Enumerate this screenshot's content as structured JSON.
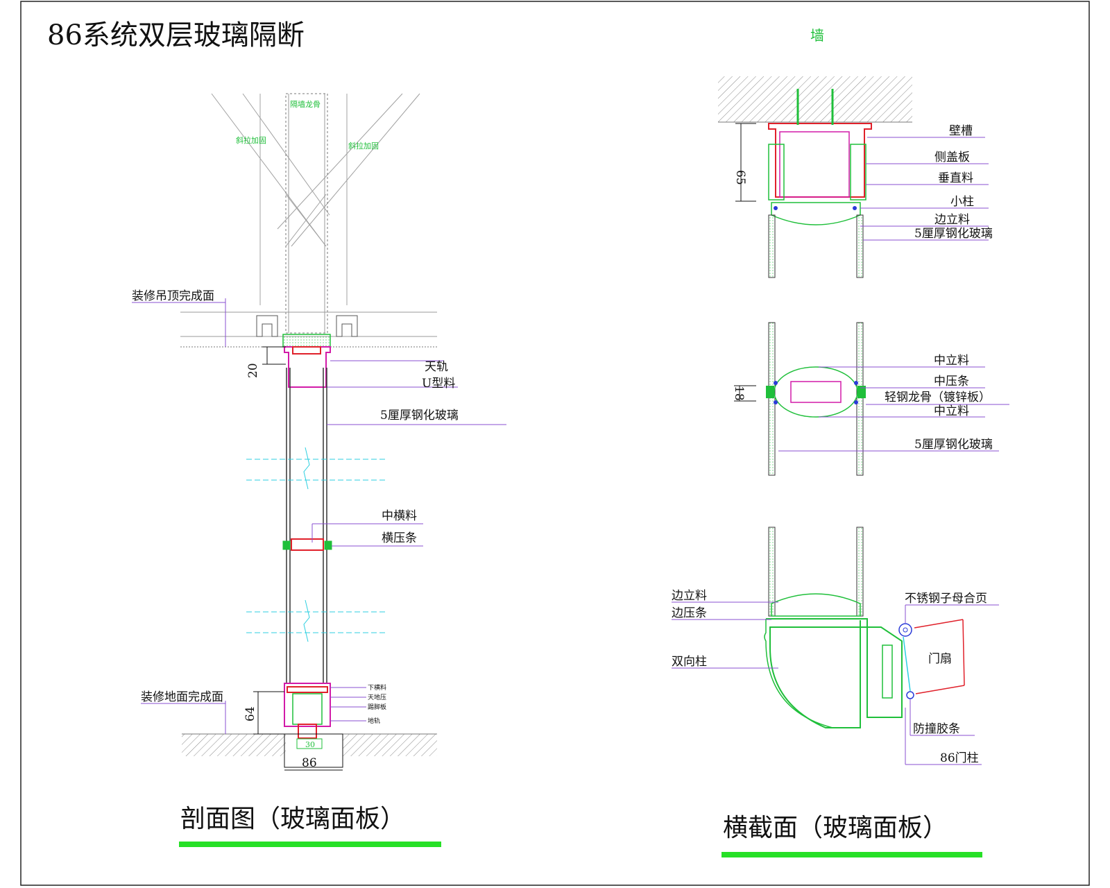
{
  "page": {
    "title": "86系统双层玻璃隔断"
  },
  "section": {
    "title": "剖面图（玻璃面板）",
    "labels": {
      "top_keel": "隔墙龙骨",
      "brace_left": "斜拉加固",
      "brace_right": "斜拉加固",
      "ceiling_finish": "装修吊顶完成面",
      "top_track": "天轨",
      "u_profile": "U型料",
      "glass_5mm": "5厘厚钢化玻璃",
      "mid_transom": "中横料",
      "h_press_strip": "横压条",
      "floor_finish": "装修地面完成面",
      "small_1": "下横料",
      "small_2": "天地压",
      "small_3": "踢脚板",
      "small_4": "地轨"
    },
    "dims": {
      "d20": "20",
      "d64": "64",
      "d30": "30",
      "d86": "86"
    }
  },
  "plan": {
    "title": "横截面（玻璃面板）",
    "wall_label": "墙",
    "top_labels": {
      "wall_slot": "壁槽",
      "side_cover": "侧盖板",
      "vertical": "垂直料",
      "small_post": "小柱",
      "edge_mullion": "边立料",
      "glass": "5厘厚钢化玻璃"
    },
    "top_dim": "65",
    "mid_labels": {
      "mid_mullion_1": "中立料",
      "mid_press": "中压条",
      "steel_keel": "轻钢龙骨（镀锌板）",
      "mid_mullion_2": "中立料",
      "glass": "5厘厚钢化玻璃"
    },
    "mid_dim": "18",
    "bottom_labels": {
      "edge_mullion": "边立料",
      "edge_press": "边压条",
      "bi_post": "双向柱",
      "hinge": "不锈钢子母合页",
      "door_leaf": "门扇",
      "bumper": "防撞胶条",
      "door_post": "86门柱"
    }
  },
  "colors": {
    "outline": "#111111",
    "green": "#1fbf3a",
    "magenta": "#d21aa8",
    "red": "#e0202a",
    "cyan": "#2ccfe0",
    "blue": "#2a3ad8",
    "violet": "#8a4fd0",
    "grey": "#9a9a9a",
    "underline": "#26e026"
  }
}
